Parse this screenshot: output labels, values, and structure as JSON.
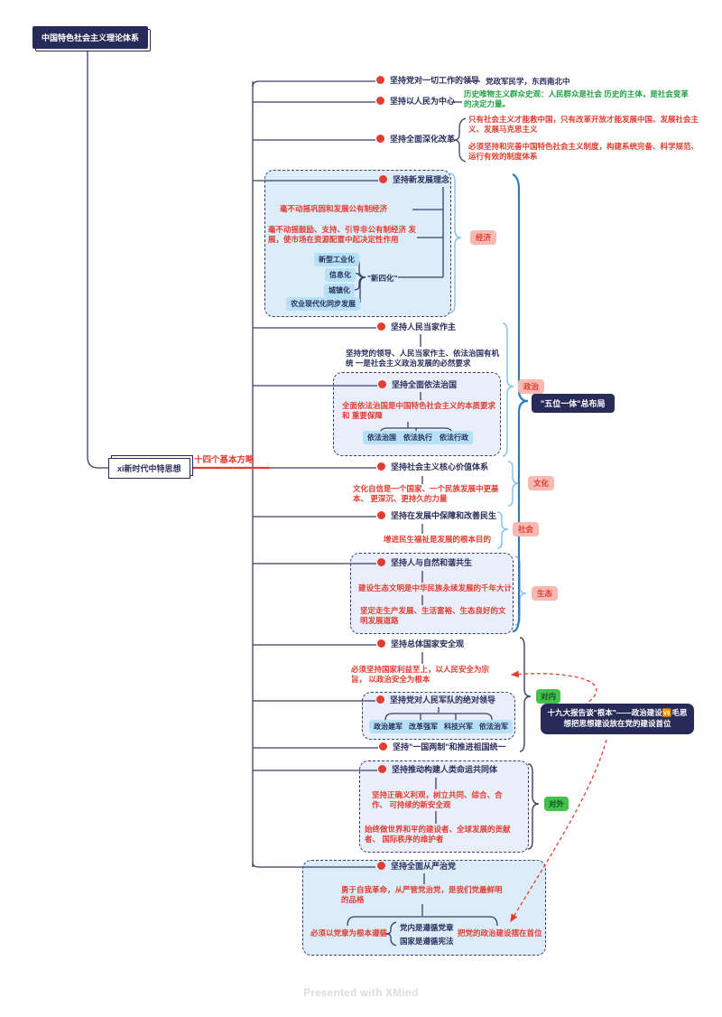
{
  "root": {
    "label": "中国特色社会主义理论体系"
  },
  "center": {
    "label": "xi新时代中特思想",
    "branch_label": "十四个基本方略"
  },
  "topics": [
    {
      "label": "坚持党对一切工作的领导",
      "inline_note": "党政军民学，东西南北中"
    },
    {
      "label": "坚持以人民为中心",
      "note_green": "历史唯物主义群众史观：人民群众是社会 历史的主体，是社会变革的决定力量。"
    },
    {
      "label": "坚持全面深化改革",
      "notes": [
        "只有社会主义才能救中国，只有改革开放才能发展中国、发展社会主义、发展马克思主义",
        "必须坚持和完善中国特色社会主义制度，构建系统完备、科学规范、运行有效的制度体系"
      ]
    },
    {
      "label": "坚持新发展理念",
      "notes": [
        "毫不动摇巩固和发展公有制经济",
        "毫不动摇鼓励、支持、引导非公有制经济 发展，使市场在资源配置中起决定性作用"
      ],
      "sub_label": "\"新四化\"",
      "pills": [
        "新型工业化",
        "信息化",
        "城镇化",
        "农业现代化同步发展"
      ]
    },
    {
      "label": "坚持人民当家作主",
      "note_navy": "坚持党的领导、人民当家作主、依法治国有机统 一是社会主义政治发展的必然要求"
    },
    {
      "label": "坚持全面依法治国",
      "note": "全面依法治国是中国特色社会主义的本质要求和 重要保障",
      "pills": [
        "依法治国",
        "依法执行",
        "依法行政"
      ]
    },
    {
      "label": "坚持社会主义核心价值体系",
      "note": "文化自信是一个国家、一个民族发展中更基本、 更深沉、更持久的力量"
    },
    {
      "label": "坚持在发展中保障和改善民生",
      "note": "增进民生福祉是发展的根本目的"
    },
    {
      "label": "坚持人与自然和谐共生",
      "notes": [
        "建设生态文明是中华民族永续发展的千年大计",
        "坚定走生产发展、生活富裕、生态良好的文 明发展道路"
      ]
    },
    {
      "label": "坚持总体国家安全观",
      "note": "必须坚持国家利益至上，以人民安全为宗旨， 以政治安全为根本"
    },
    {
      "label": "坚持党对人民军队的绝对领导",
      "pills": [
        "政治建军",
        "改革强军",
        "科技兴军",
        "依法治军"
      ]
    },
    {
      "label": "坚持\"一国两制\"和推进祖国统一"
    },
    {
      "label": "坚持推动构建人类命运共同体",
      "notes": [
        "坚持正确义利观，树立共同、综合、合作、 可持续的新安全观",
        "始终做世界和平的建设者、全球发展的贡献者、 国际秩序的维护者"
      ]
    },
    {
      "label": "坚持全面从严治党",
      "note": "勇于自我革命，从严管党治党，是我们党最鲜明 的品格",
      "left_branch": {
        "label": "必须以党章为根本遵循",
        "children": [
          "党内是遵循党章",
          "国家是遵循宪法"
        ]
      },
      "right_branch": "把党的政治建设摆在首位"
    }
  ],
  "category_pills": [
    {
      "label": "经济"
    },
    {
      "label": "政治"
    },
    {
      "label": "文化"
    },
    {
      "label": "社会"
    },
    {
      "label": "生态"
    }
  ],
  "scope_pills": [
    {
      "label": "对内"
    },
    {
      "label": "对外"
    }
  ],
  "callouts": {
    "five_in_one": "\"五位一体\"总布局",
    "nineteenth_report": "十九大报告谈\"根本\"——政治建设🆚毛思想把思想建设放在党的建设首位"
  },
  "footer": "Presented with XMind",
  "colors": {
    "navy": "#2b2f5c",
    "red": "#e23d30",
    "green_text": "#21a144",
    "blue_brace": "#2b7fc0",
    "light_blue_brace": "#85c5e9",
    "pill_blue": "#b5e0f5",
    "pill_pink": "#f8b9b3",
    "pill_green": "#43c148",
    "box_blue": "#dcedf9",
    "box_lavender": "#e9eefb",
    "dark_box": "#272b58"
  }
}
